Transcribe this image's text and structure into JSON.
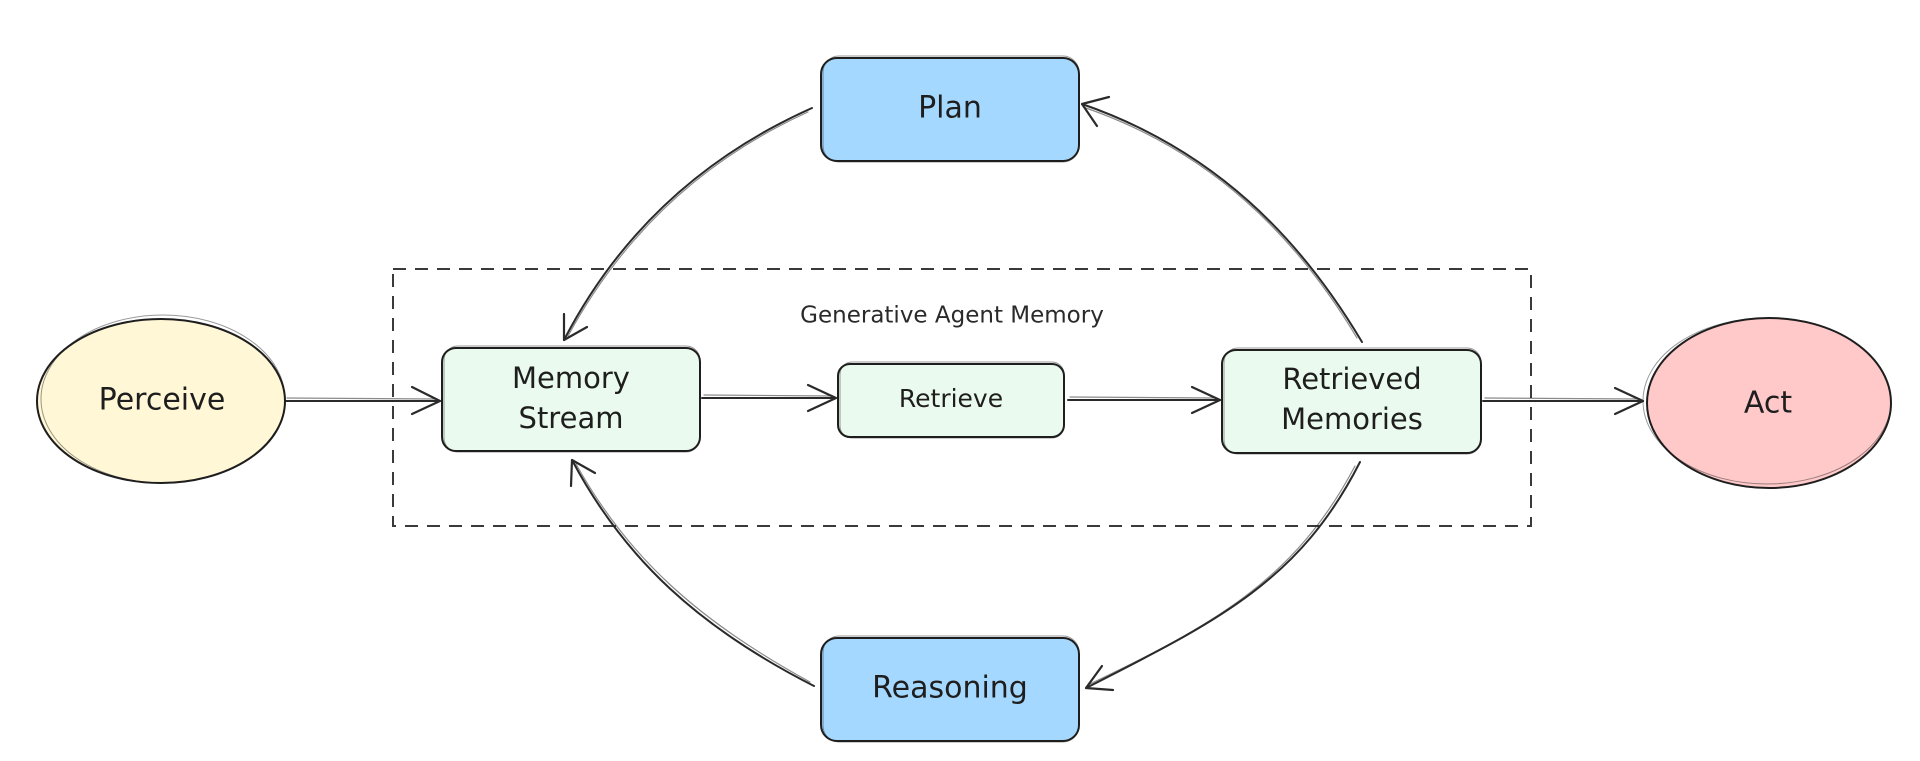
{
  "group": {
    "label": "Generative Agent Memory"
  },
  "nodes": {
    "perceive": {
      "label": "Perceive",
      "fill": "#fff7d6"
    },
    "memory_stream": {
      "line1": "Memory",
      "line2": "Stream",
      "fill": "#eafaee"
    },
    "retrieve": {
      "label": "Retrieve",
      "fill": "#eafaee"
    },
    "retrieved_memories": {
      "line1": "Retrieved",
      "line2": "Memories",
      "fill": "#eafaee"
    },
    "act": {
      "label": "Act",
      "fill": "#ffc9c9"
    },
    "plan": {
      "label": "Plan",
      "fill": "#a5d8ff"
    },
    "reasoning": {
      "label": "Reasoning",
      "fill": "#a5d8ff"
    }
  },
  "edges": [
    {
      "from": "Perceive",
      "to": "Memory Stream"
    },
    {
      "from": "Memory Stream",
      "to": "Retrieve"
    },
    {
      "from": "Retrieve",
      "to": "Retrieved Memories"
    },
    {
      "from": "Retrieved Memories",
      "to": "Act"
    },
    {
      "from": "Retrieved Memories",
      "to": "Plan"
    },
    {
      "from": "Plan",
      "to": "Memory Stream"
    },
    {
      "from": "Retrieved Memories",
      "to": "Reasoning"
    },
    {
      "from": "Reasoning",
      "to": "Memory Stream"
    }
  ]
}
